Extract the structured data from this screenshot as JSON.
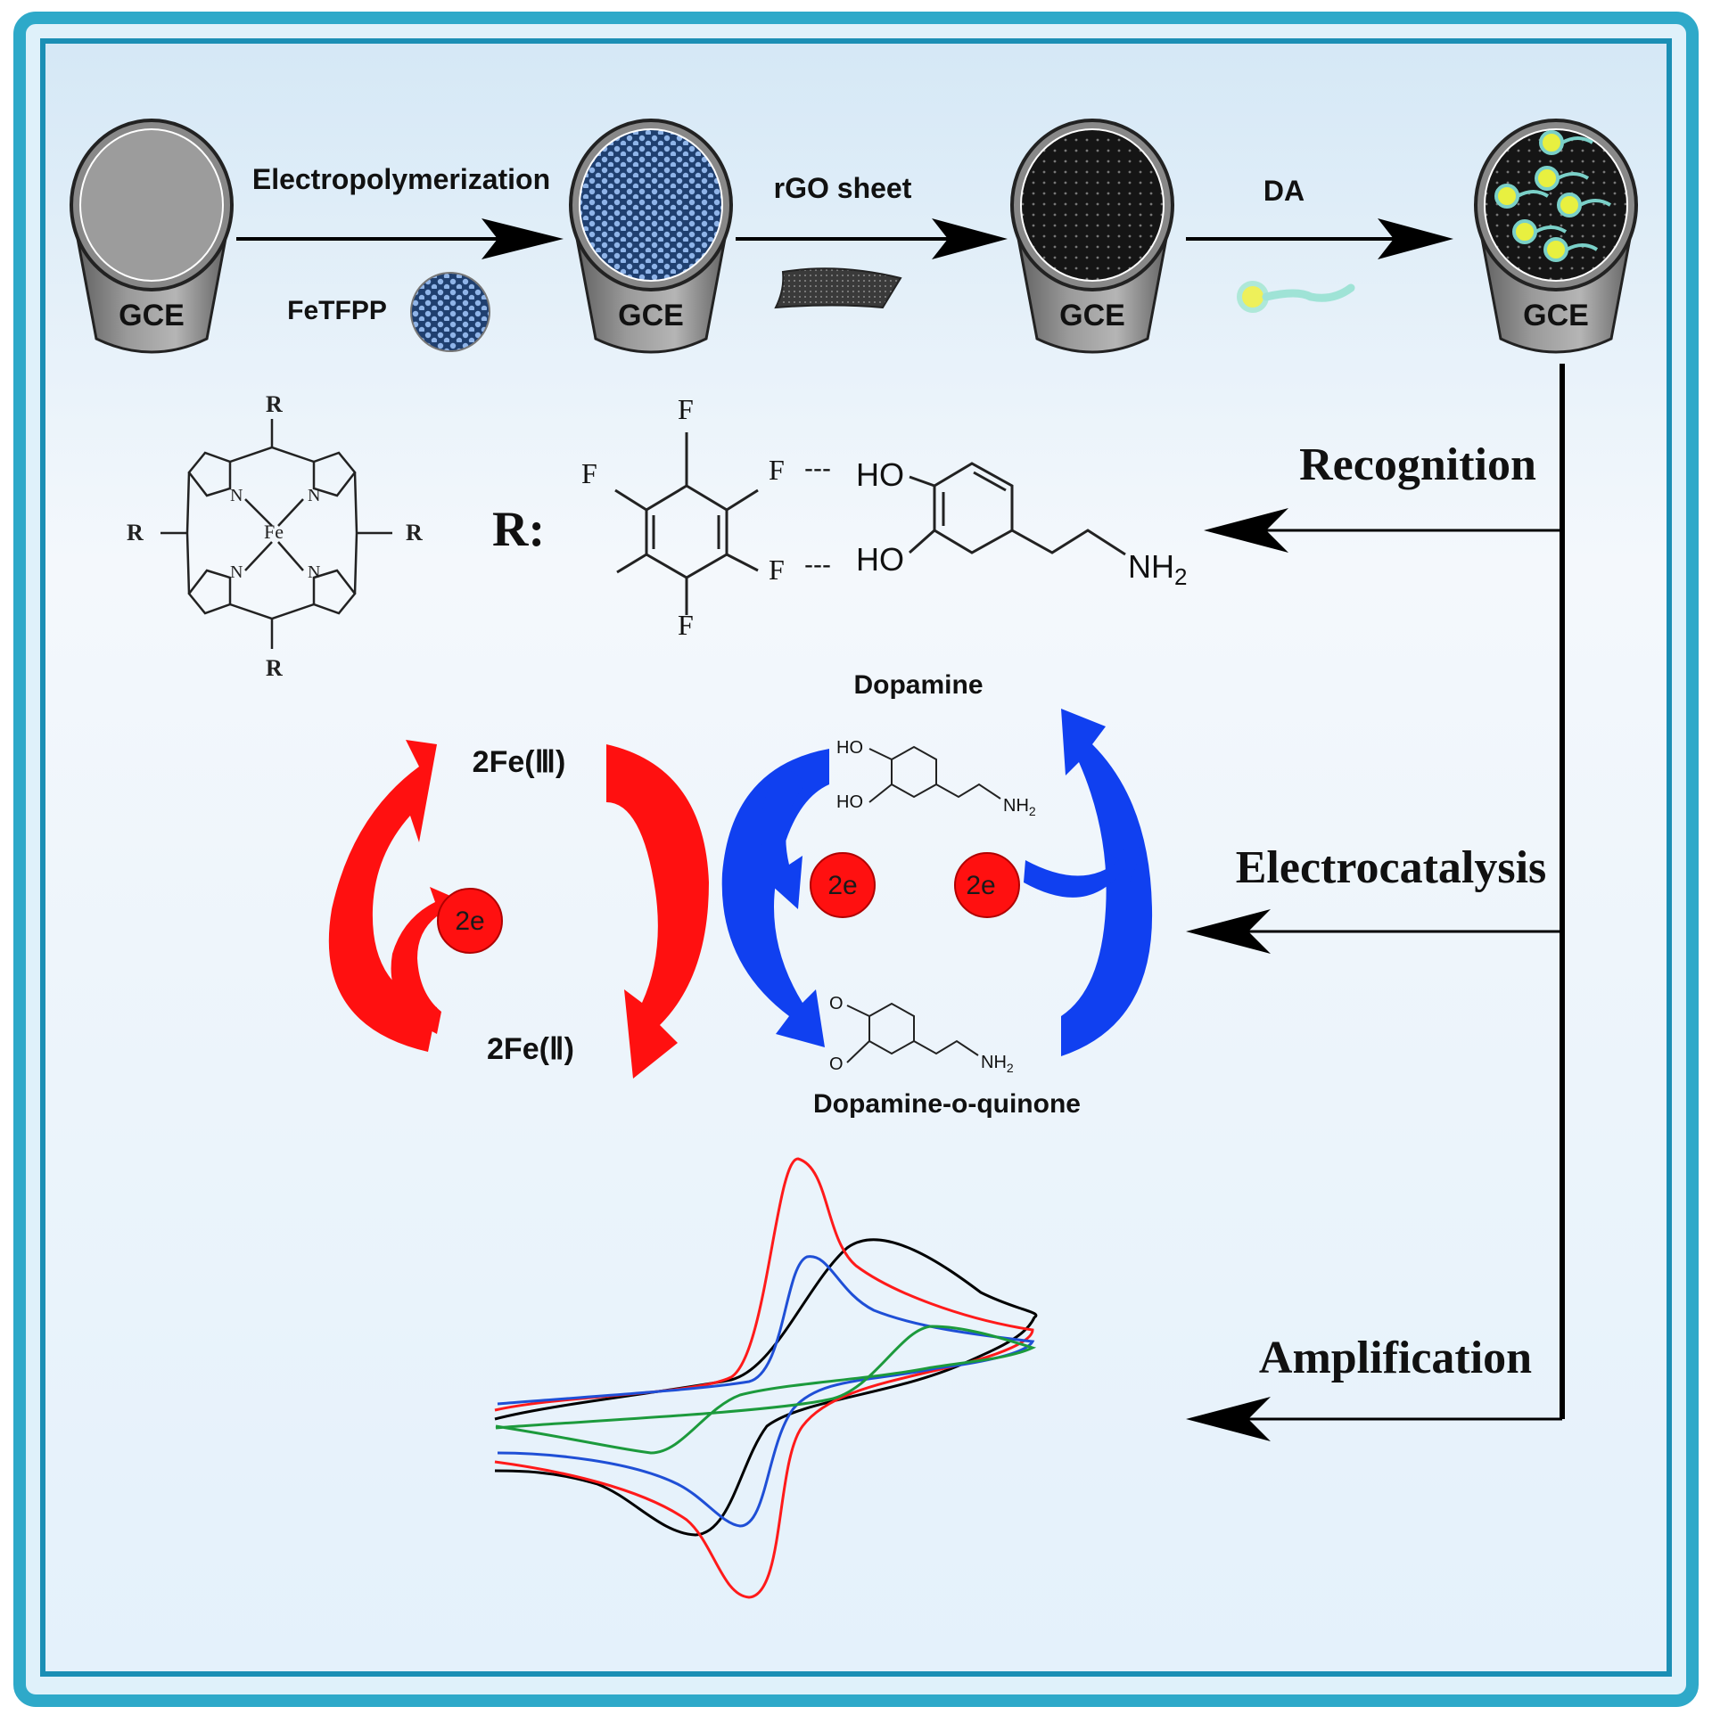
{
  "colors": {
    "frame": "#2ea9c9",
    "frame_dark": "#0f6f8f",
    "bg_top": "#dfeff9",
    "bg_mid": "#eef5fb",
    "red": "#ff1010",
    "blue": "#1040f0",
    "cv_black": "#000000",
    "cv_red": "#ff1a1a",
    "cv_blue": "#1f4fd6",
    "cv_green": "#1c9a3c"
  },
  "electrodes": [
    {
      "label": "GCE",
      "surface": "bare"
    },
    {
      "label": "GCE",
      "surface": "fetfpp-film"
    },
    {
      "label": "GCE",
      "surface": "rgo-film"
    },
    {
      "label": "GCE",
      "surface": "dopamine-bound"
    }
  ],
  "steps": {
    "step1_label": "Electropolymerization",
    "step1_reagent": "FeTFPP",
    "step2_label": "rGO sheet",
    "step3_label": "DA"
  },
  "porphyrin": {
    "metal": "Fe",
    "nitrogen": "N",
    "substituent": "R",
    "r_label": "R:",
    "fluorine": "F",
    "hydroxyl": "HO",
    "amine": "NH",
    "amine_subscript": "2",
    "hbond": "---"
  },
  "processes": {
    "recognition": "Recognition",
    "electrocatalysis": "Electrocatalysis",
    "amplification": "Amplification"
  },
  "cycle": {
    "fe3": "2Fe(Ⅲ)",
    "fe2": "2Fe(Ⅱ)",
    "electrons": "2e",
    "dopamine": "Dopamine",
    "quinone": "Dopamine-o-quinone",
    "ho": "HO",
    "o": "O",
    "nh2": "NH",
    "nh2_sub": "2"
  }
}
